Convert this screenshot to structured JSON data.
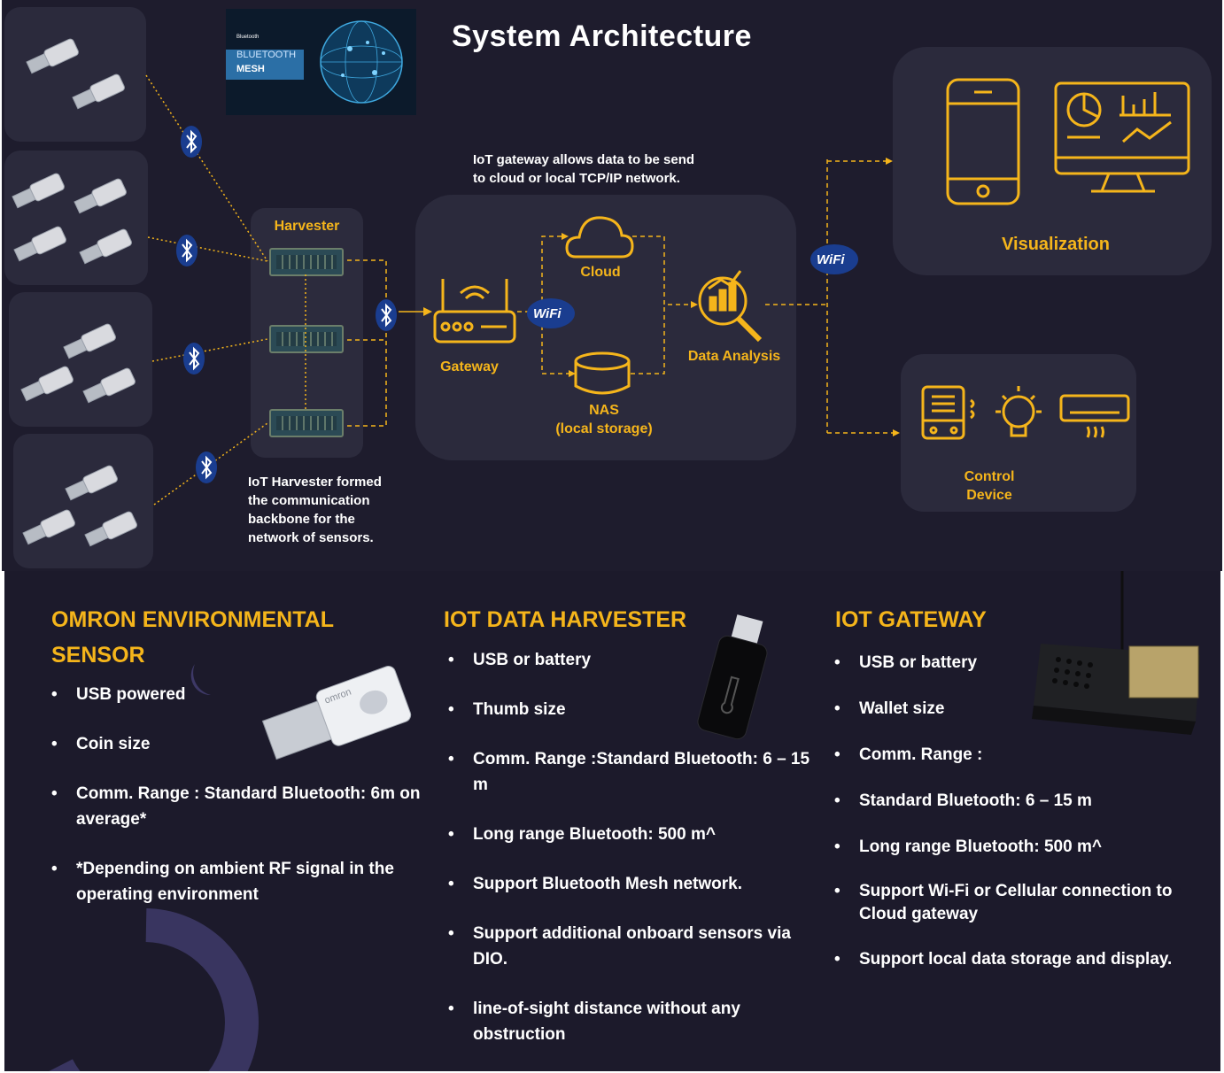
{
  "diagram": {
    "title": "System Architecture",
    "mesh_banner": {
      "small": "Bluetooth",
      "line1": "BLUETOOTH",
      "line2": "MESH"
    },
    "harvester_label": "Harvester",
    "harvester_note": [
      "IoT Harvester formed",
      "the communication",
      "backbone for the",
      "network of sensors."
    ],
    "gateway_note": [
      "IoT gateway allows data to be send",
      "to cloud or local TCP/IP network."
    ],
    "gateway_label": "Gateway",
    "wifi_label": "WiFi",
    "cloud_label": "Cloud",
    "nas_label": [
      "NAS",
      "(local storage)"
    ],
    "data_analysis_label": "Data Analysis",
    "visualization_label": "Visualization",
    "control_device_label": [
      "Control",
      "Device"
    ],
    "sensor_brand": "omron",
    "colors": {
      "accent": "#f5b51b",
      "background": "#1e1c2d",
      "panel": "#2b2a3c",
      "bluetooth": "#1a3d8f"
    }
  },
  "sections": {
    "omron": {
      "title": [
        "OMRON ENVIRONMENTAL",
        "SENSOR"
      ],
      "bullets": [
        "USB powered",
        "Coin size",
        "Comm. Range : Standard Bluetooth: 6m on average*",
        "*Depending on ambient RF signal in the operating environment"
      ]
    },
    "harvester": {
      "title": "IOT DATA HARVESTER",
      "bullets": [
        "USB or battery",
        "Thumb size",
        "Comm. Range :Standard Bluetooth: 6 – 15 m",
        "Long range Bluetooth: 500 m^",
        "Support Bluetooth Mesh network.",
        "Support additional onboard sensors via DIO.",
        "line-of-sight distance without any obstruction"
      ]
    },
    "gateway": {
      "title": "IOT GATEWAY",
      "bullets": [
        "USB or battery",
        "Wallet size",
        "Comm. Range :",
        "Standard Bluetooth: 6 – 15 m",
        "Long range Bluetooth: 500 m^",
        "Support Wi-Fi or Cellular connection to Cloud gateway",
        "Support local data storage and display."
      ]
    }
  }
}
